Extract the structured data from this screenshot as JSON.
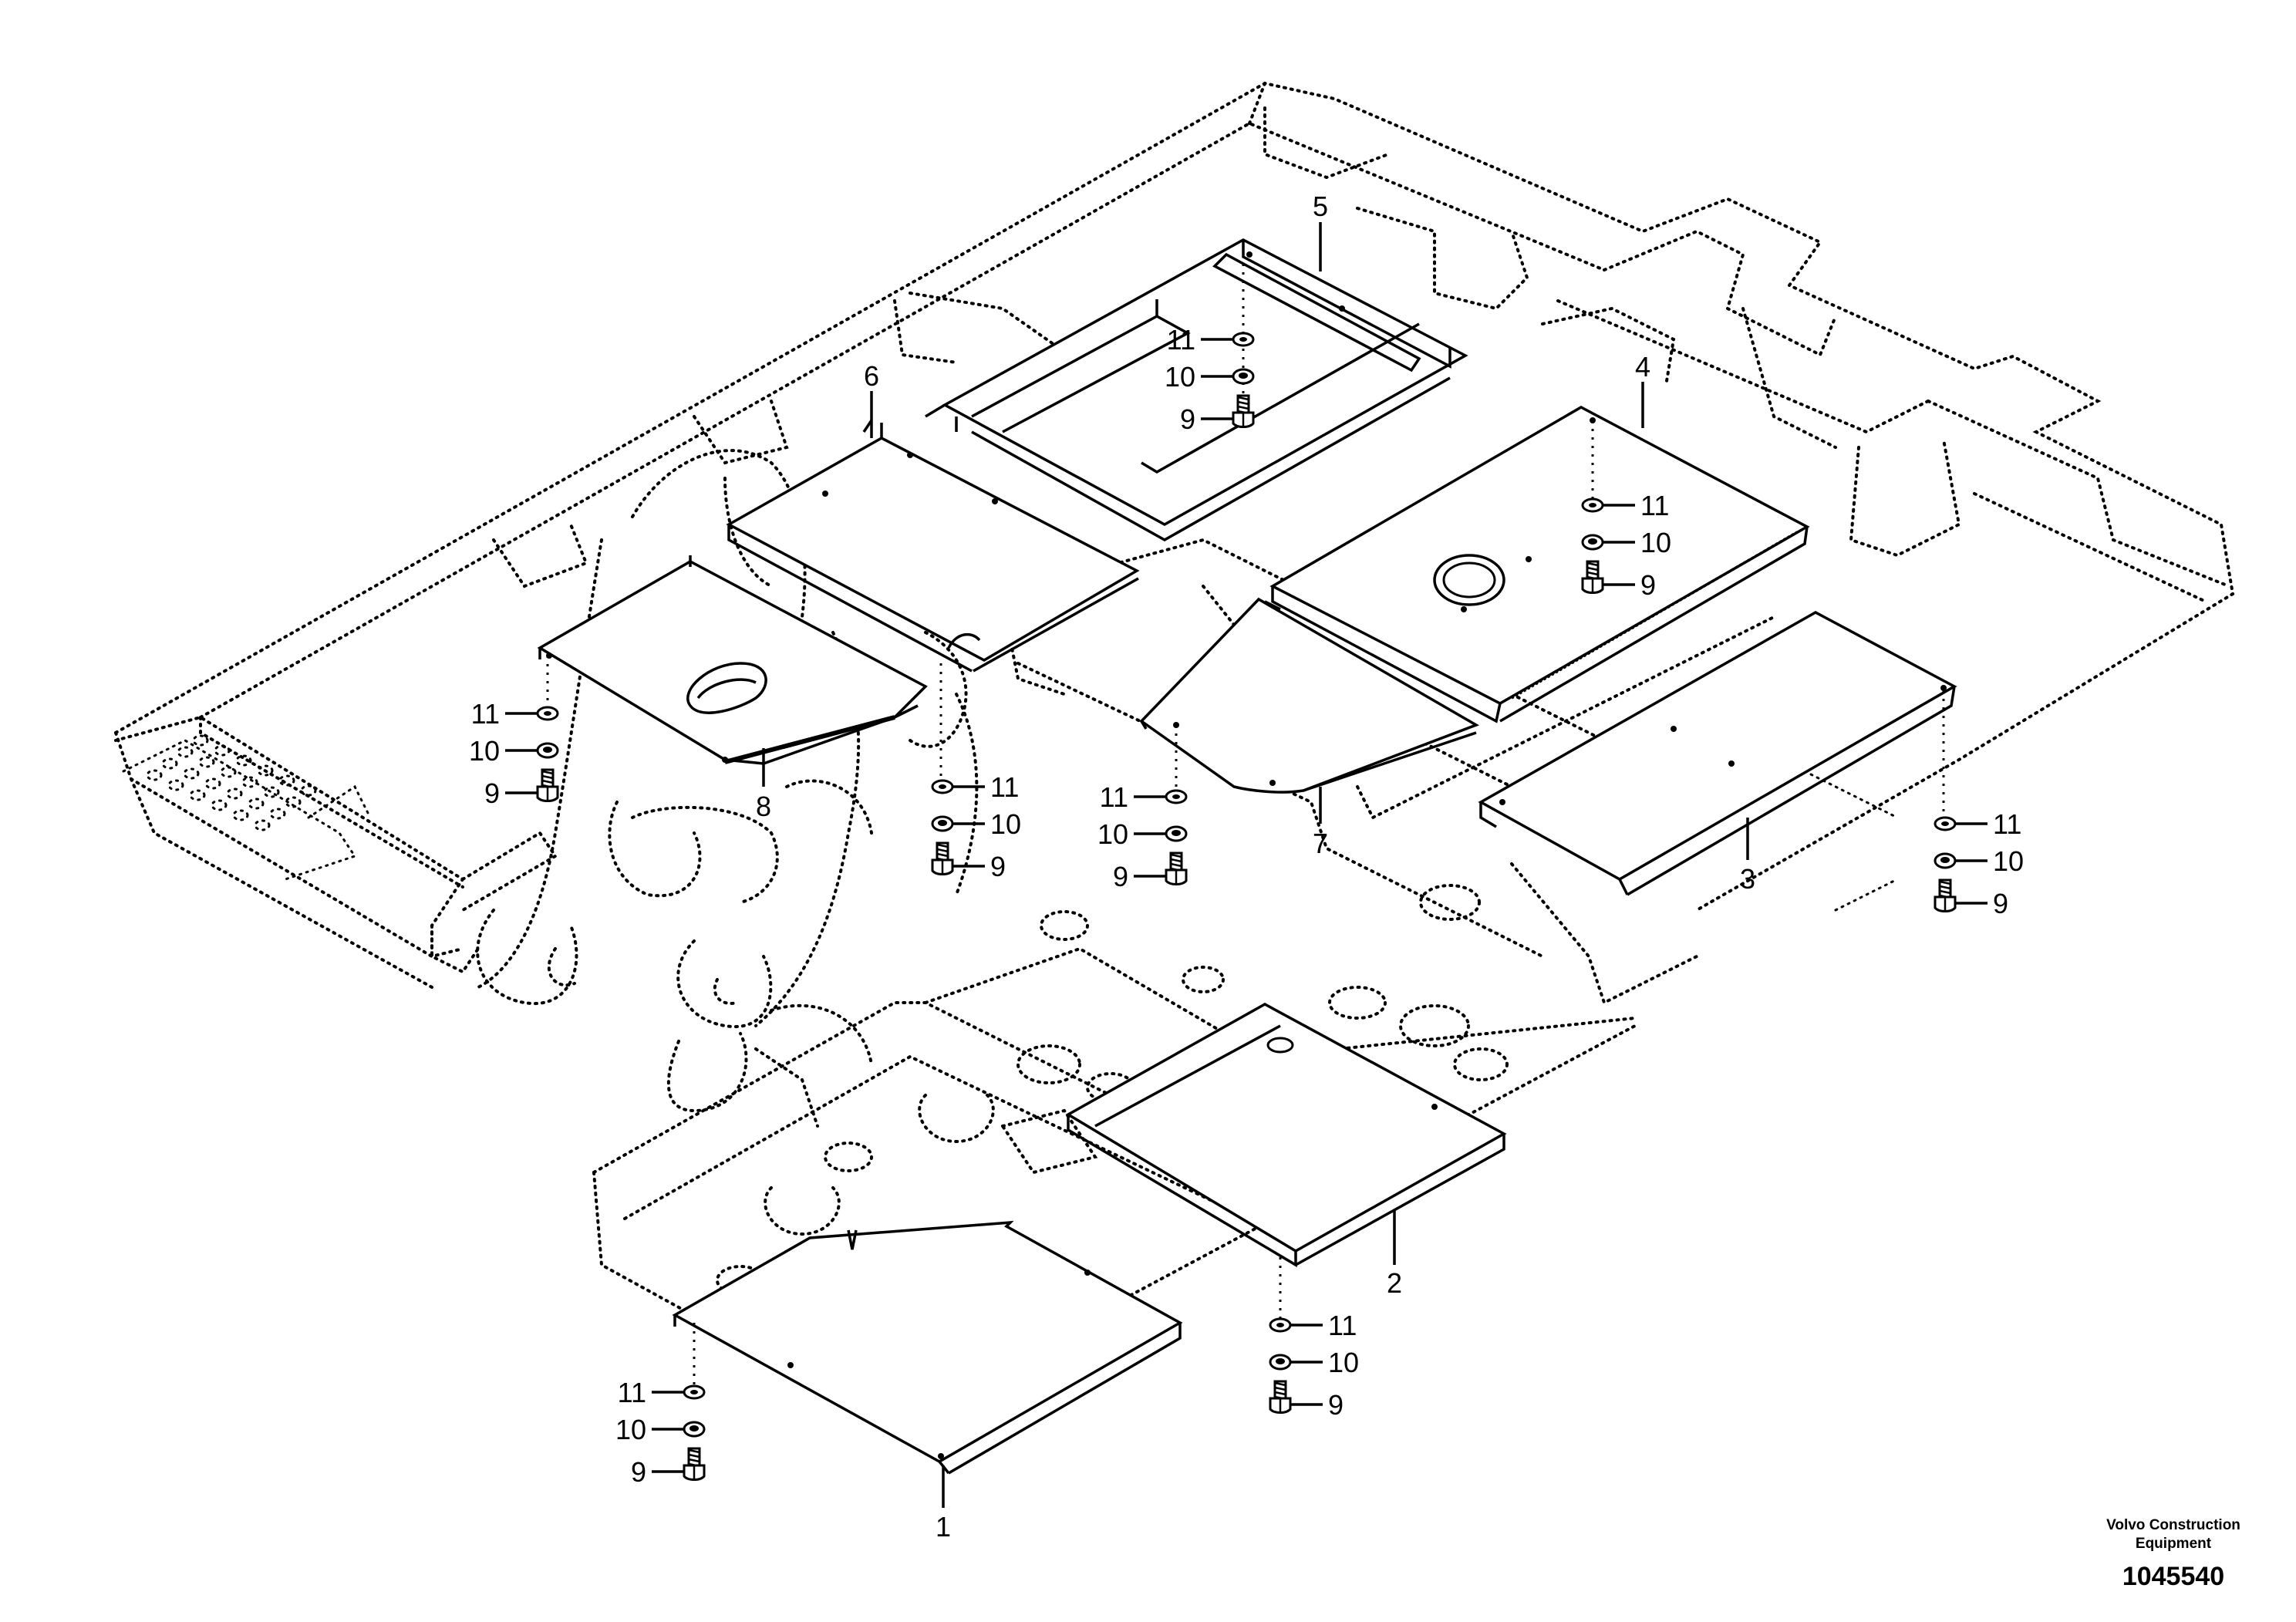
{
  "diagram": {
    "brand_line1": "Volvo Construction",
    "brand_line2": "Equipment",
    "document_number": "1045540"
  },
  "parts": [
    {
      "label": "1"
    },
    {
      "label": "2"
    },
    {
      "label": "3"
    },
    {
      "label": "4"
    },
    {
      "label": "5"
    },
    {
      "label": "6"
    },
    {
      "label": "7"
    },
    {
      "label": "8"
    }
  ],
  "fasteners": {
    "bolt": "9",
    "washer_lower": "10",
    "washer_upper": "11"
  }
}
